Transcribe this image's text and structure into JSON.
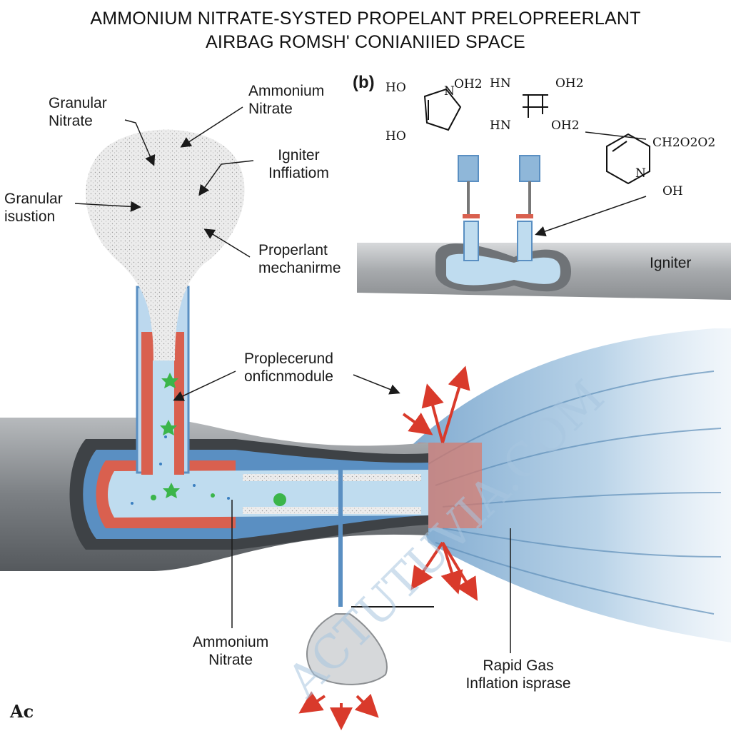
{
  "title": {
    "line1": "AMMONIUM NITRATE-SYSTED PROPELANT PRELOPREERLANT",
    "line2": "AIRBAG ROMSH' CONIANIIED SPACE"
  },
  "labels": {
    "granular_nitrate": [
      "Granular",
      "Nitrate"
    ],
    "ammonium_nitrate_top": [
      "Ammonium",
      "Nitrate"
    ],
    "igniter_infliatiom": [
      "Igniter",
      "Inffiatiom"
    ],
    "granular_isustion": [
      "Granular",
      "isustion"
    ],
    "properlant_mechanirme": [
      "Properlant",
      "mechanirme"
    ],
    "proplecerund": [
      "Proplecerund",
      "onficnmodule"
    ],
    "igniter_right": "Igniter",
    "ammonium_nitrate_bottom": [
      "Ammonium",
      "Nitrate"
    ],
    "rapid_gas": [
      "Rapid Gas",
      "Inflation isprase"
    ]
  },
  "panel_b": {
    "marker": "(b)",
    "chem_labels": {
      "ho_1": "HO",
      "noh2_1": "N",
      "oh2_1": "OH2",
      "ho_2": "HO",
      "hn_1": "HN",
      "hn_2": "HN",
      "oh2_2": "OH2",
      "oh2_3": "OH2",
      "ch2o2o2": "CH2O2O2",
      "n_ring": "N",
      "oh": "OH"
    }
  },
  "corner_text": "Ac",
  "watermark": "ACTUTUVIA.COM",
  "colors": {
    "liner_red": "#d9604f",
    "fluid_blue": "#bfdcef",
    "tube_blue": "#6fa8d4",
    "arrow_red": "#d93a2b",
    "green_particles": "#3bb54a",
    "gray_housing": "#8b8e92",
    "granule_gray": "#d9d9d9"
  }
}
